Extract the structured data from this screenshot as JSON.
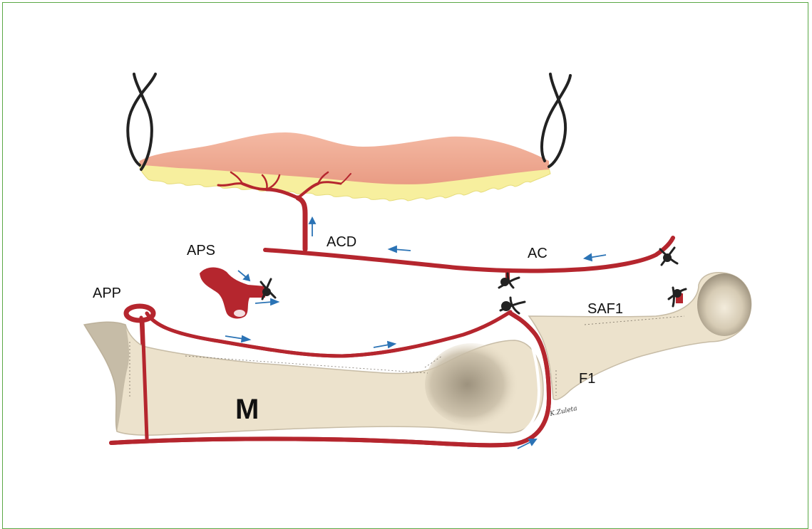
{
  "labels": {
    "apd": "ACD",
    "ac": "AC",
    "aps": "APS",
    "app": "APP",
    "saf1": "SAF1",
    "f1": "F1",
    "m": "M",
    "signature": "K.Zuleta"
  },
  "colors": {
    "artery": "#b5262e",
    "flow_arrow": "#2b73b5",
    "bone_fill": "#ece2cc",
    "bone_shadow": "#b9ae9a",
    "skin": "#f1ad96",
    "fat": "#f7ef9e",
    "suture": "#222222",
    "frame": "#5aa845"
  }
}
